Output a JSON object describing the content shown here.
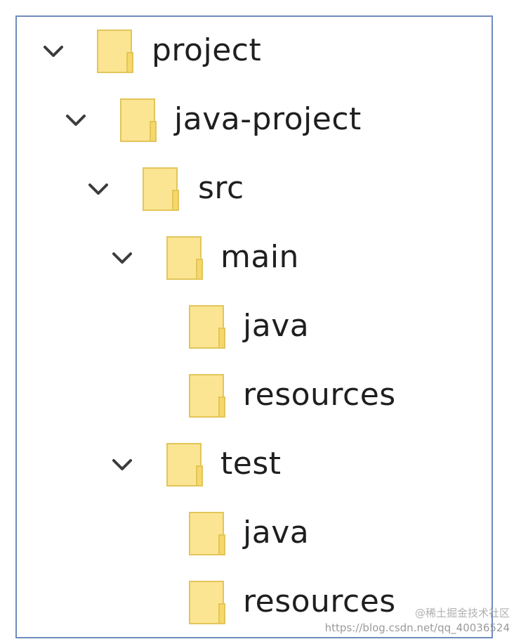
{
  "tree": [
    {
      "label": "project",
      "expanded": true,
      "icon": "folder-icon"
    },
    {
      "label": "java-project",
      "expanded": true,
      "icon": "folder-icon"
    },
    {
      "label": "src",
      "expanded": true,
      "icon": "folder-icon"
    },
    {
      "label": "main",
      "expanded": true,
      "icon": "folder-icon"
    },
    {
      "label": "java",
      "expanded": false,
      "icon": "folder-icon"
    },
    {
      "label": "resources",
      "expanded": false,
      "icon": "folder-icon"
    },
    {
      "label": "test",
      "expanded": true,
      "icon": "folder-icon"
    },
    {
      "label": "java",
      "expanded": false,
      "icon": "folder-icon"
    },
    {
      "label": "resources",
      "expanded": false,
      "icon": "folder-icon"
    }
  ],
  "watermark": {
    "brand": "@稀土掘金技术社区",
    "url": "https://blog.csdn.net/qq_40036524"
  },
  "colors": {
    "folder_fill": "#fbe592",
    "folder_edge": "#e3c55a",
    "chevron": "#3c3c3c",
    "text": "#1f1f1f",
    "border": "#6f8bbd"
  }
}
